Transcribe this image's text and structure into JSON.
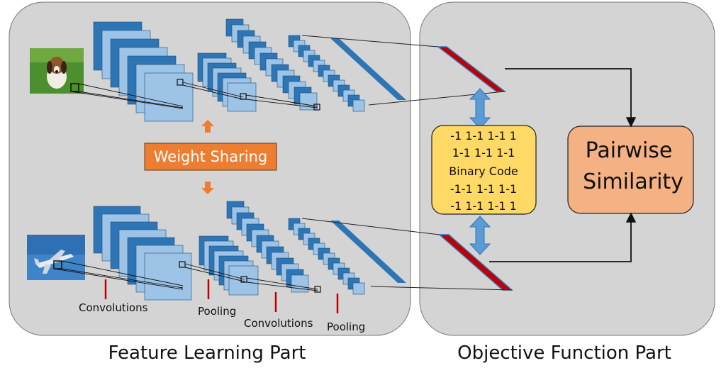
{
  "panels": {
    "left_title": "Feature Learning Part",
    "right_title": "Objective Function Part"
  },
  "weight_sharing": "Weight Sharing",
  "stage_labels": {
    "conv1": "Convolutions",
    "pool1": "Pooling",
    "conv2": "Convolutions",
    "pool2": "Pooling"
  },
  "binary_code": {
    "lines": [
      "-1 1-1 1-1 1",
      "1-1 1-1 1-1",
      "Binary Code",
      "-1-1 1-1 1-1",
      "-1 1-1 1-1 1"
    ]
  },
  "pairwise": {
    "line1": "Pairwise",
    "line2": "Similarity"
  },
  "images": {
    "top": "dog-photo",
    "bottom": "airplane-photo"
  },
  "colors": {
    "panel_bg": "#d4d4d4",
    "feature_dark": "#2e75b6",
    "feature_light": "#9dc3e6",
    "fc_layer": "#2e75b6",
    "hash_layer": "#c00000",
    "weight_sharing_bg": "#ed7d31",
    "binary_code_bg": "#ffd966",
    "pairwise_bg": "#f4b183",
    "arrow_blue": "#5b9bd5",
    "marker_red": "#c00000"
  }
}
